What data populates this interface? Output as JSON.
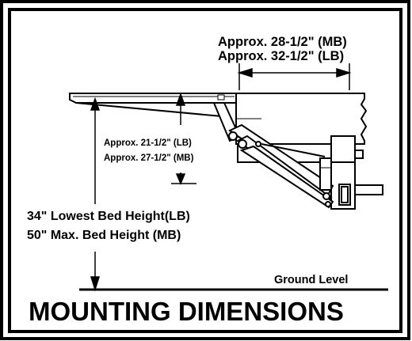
{
  "diagram": {
    "linkage_width": [
      "Approx. 28-1/2\" (MB)",
      "Approx. 32-1/2\" (LB)"
    ],
    "platform_drop": [
      "Approx. 21-1/2\" (LB)",
      "Approx. 27-1/2\" (MB)"
    ],
    "bed_height": [
      "34\" Lowest Bed Height(LB)",
      "50\" Max. Bed Height (MB)"
    ],
    "ground_label": "Ground Level",
    "heading": "MOUNTING DIMENSIONS"
  }
}
